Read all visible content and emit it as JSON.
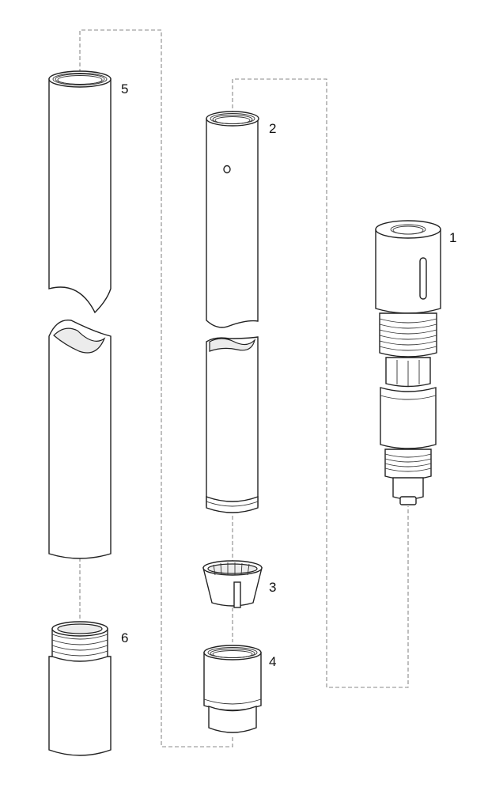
{
  "callouts": {
    "part_1": "1",
    "part_2": "2",
    "part_3": "3",
    "part_4": "4",
    "part_5": "5",
    "part_6": "6"
  }
}
